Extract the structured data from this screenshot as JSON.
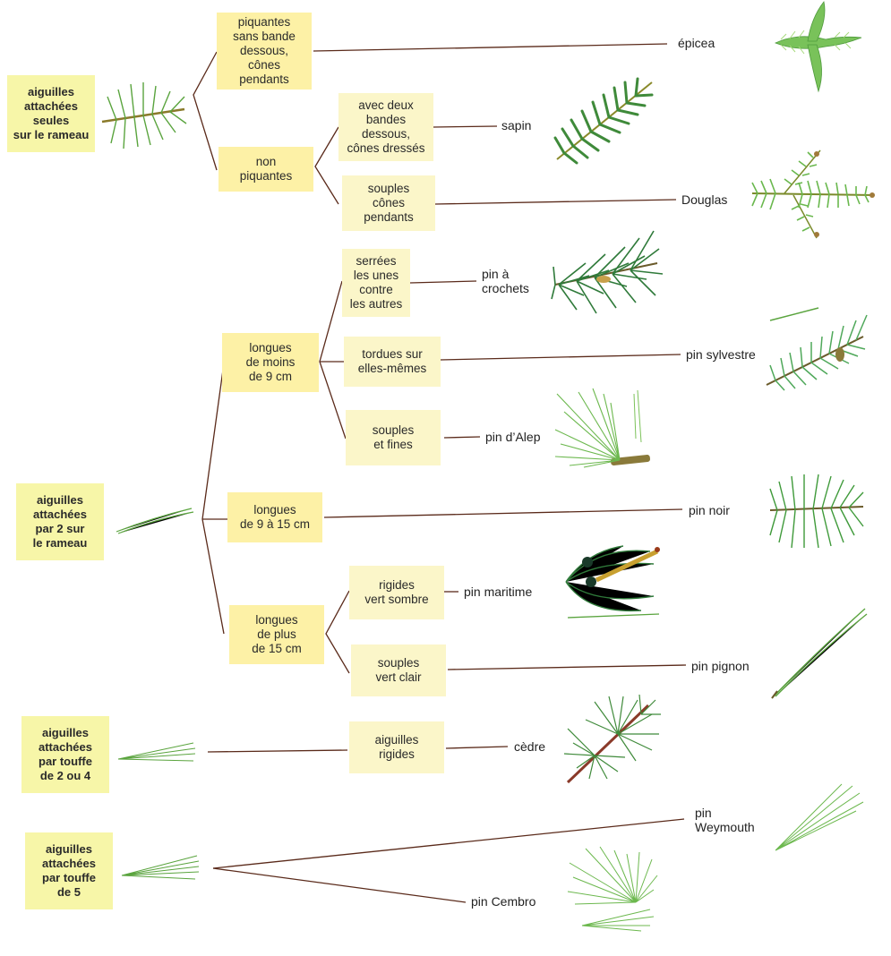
{
  "roots": {
    "r1": "aiguilles\nattachées\nseules\nsur le rameau",
    "r2": "aiguilles\nattachées\npar 2 sur\nle rameau",
    "r3": "aiguilles\nattachées\npar touffe\nde 2 ou 4",
    "r4": "aiguilles\nattachées\npar touffe\nde 5"
  },
  "criteria": {
    "piquantes": "piquantes\nsans bande\ndessous,\ncônes\npendants",
    "non_piquantes": "non\npiquantes",
    "deux_bandes": "avec deux\nbandes\ndessous,\ncônes dressés",
    "souples_cones": "souples\ncônes\npendants",
    "moins_9": "longues\nde moins\nde 9 cm",
    "neuf_15": "longues\nde 9 à 15 cm",
    "plus_15": "longues\nde plus\nde 15 cm",
    "serrees": "serrées\nles unes\ncontre\nles autres",
    "tordues": "tordues sur\nelles-mêmes",
    "souples_fines": "souples\net fines",
    "rigides_sombre": "rigides\nvert sombre",
    "souples_clair": "souples\nvert clair",
    "aiguilles_rigides": "aiguilles\nrigides"
  },
  "species": {
    "epicea": "épicea",
    "sapin": "sapin",
    "douglas": "Douglas",
    "pin_crochets": "pin à\ncrochets",
    "pin_sylvestre": "pin sylvestre",
    "pin_alep": "pin d’Alep",
    "pin_noir": "pin noir",
    "pin_maritime": "pin maritime",
    "pin_pignon": "pin pignon",
    "cedre": "cèdre",
    "pin_weymouth": "pin\nWeymouth",
    "pin_cembro": "pin Cembro"
  },
  "colors": {
    "box_fill": "#fdf1a6",
    "line": "#5a2a1a",
    "needle_dark": "#3f8a3a",
    "needle_light": "#7cc25a"
  },
  "icons": [
    "spruce-sprig-icon",
    "fir-sprig-icon",
    "douglas-sprig-icon",
    "pine-sprig-icon",
    "cedar-sprig-icon",
    "single-needle-icon"
  ]
}
